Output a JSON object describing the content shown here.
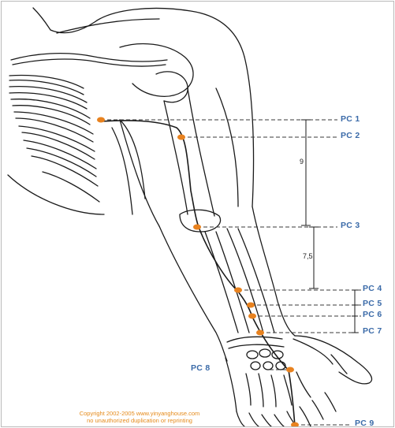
{
  "points": [
    {
      "id": "pc1",
      "label": "PC 1"
    },
    {
      "id": "pc2",
      "label": "PC 2"
    },
    {
      "id": "pc3",
      "label": "PC 3"
    },
    {
      "id": "pc4",
      "label": "PC 4"
    },
    {
      "id": "pc5",
      "label": "PC 5"
    },
    {
      "id": "pc6",
      "label": "PC 6"
    },
    {
      "id": "pc7",
      "label": "PC 7"
    },
    {
      "id": "pc8",
      "label": "PC 8"
    },
    {
      "id": "pc9",
      "label": "PC 9"
    }
  ],
  "measurements": {
    "upper_arm": "9",
    "forearm": "7,5"
  },
  "copyright": {
    "line1": "Copyright 2002-2005 www.yinyanghouse.com",
    "line2": "no unauthorized duplication or reprinting"
  },
  "colors": {
    "point": "#e8821f",
    "label": "#3a6aa8",
    "copyright": "#e58a1a",
    "ink": "#1a1a1a"
  }
}
